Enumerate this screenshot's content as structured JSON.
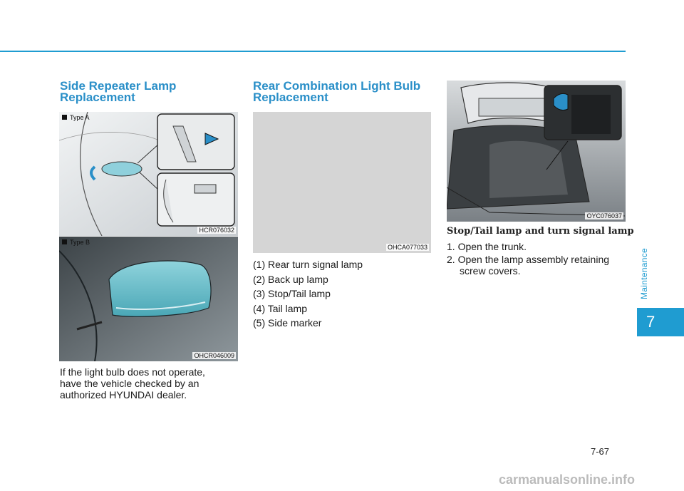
{
  "chapter": {
    "side_label": "Maintenance",
    "number": "7"
  },
  "page_number": "7-67",
  "watermark": "carmanualsonline.info",
  "col1": {
    "heading_line1": "Side Repeater Lamp",
    "heading_line2": "Replacement",
    "figure_a": {
      "type_label": "Type A",
      "code": "HCR076032"
    },
    "figure_b": {
      "type_label": "Type B",
      "code": "OHCR046009"
    },
    "body_lines": [
      "If the light bulb does not operate,",
      "have the vehicle checked by an",
      "authorized HYUNDAI dealer."
    ]
  },
  "col2": {
    "heading_line1": "Rear Combination Light Bulb",
    "heading_line2": "Replacement",
    "figure": {
      "code": "OHCA077033"
    },
    "items": [
      "(1) Rear turn signal lamp",
      "(2) Back up lamp",
      "(3) Stop/Tail lamp",
      "(4) Tail lamp",
      "(5) Side marker"
    ]
  },
  "col3": {
    "figure": {
      "code": "OYC076037"
    },
    "subheading": "Stop/Tail lamp and turn signal lamp",
    "steps": [
      "1. Open the trunk.",
      "2. Open the lamp assembly retaining screw covers."
    ]
  },
  "colors": {
    "accent": "#1f9cd1",
    "heading": "#2a8fc8"
  }
}
